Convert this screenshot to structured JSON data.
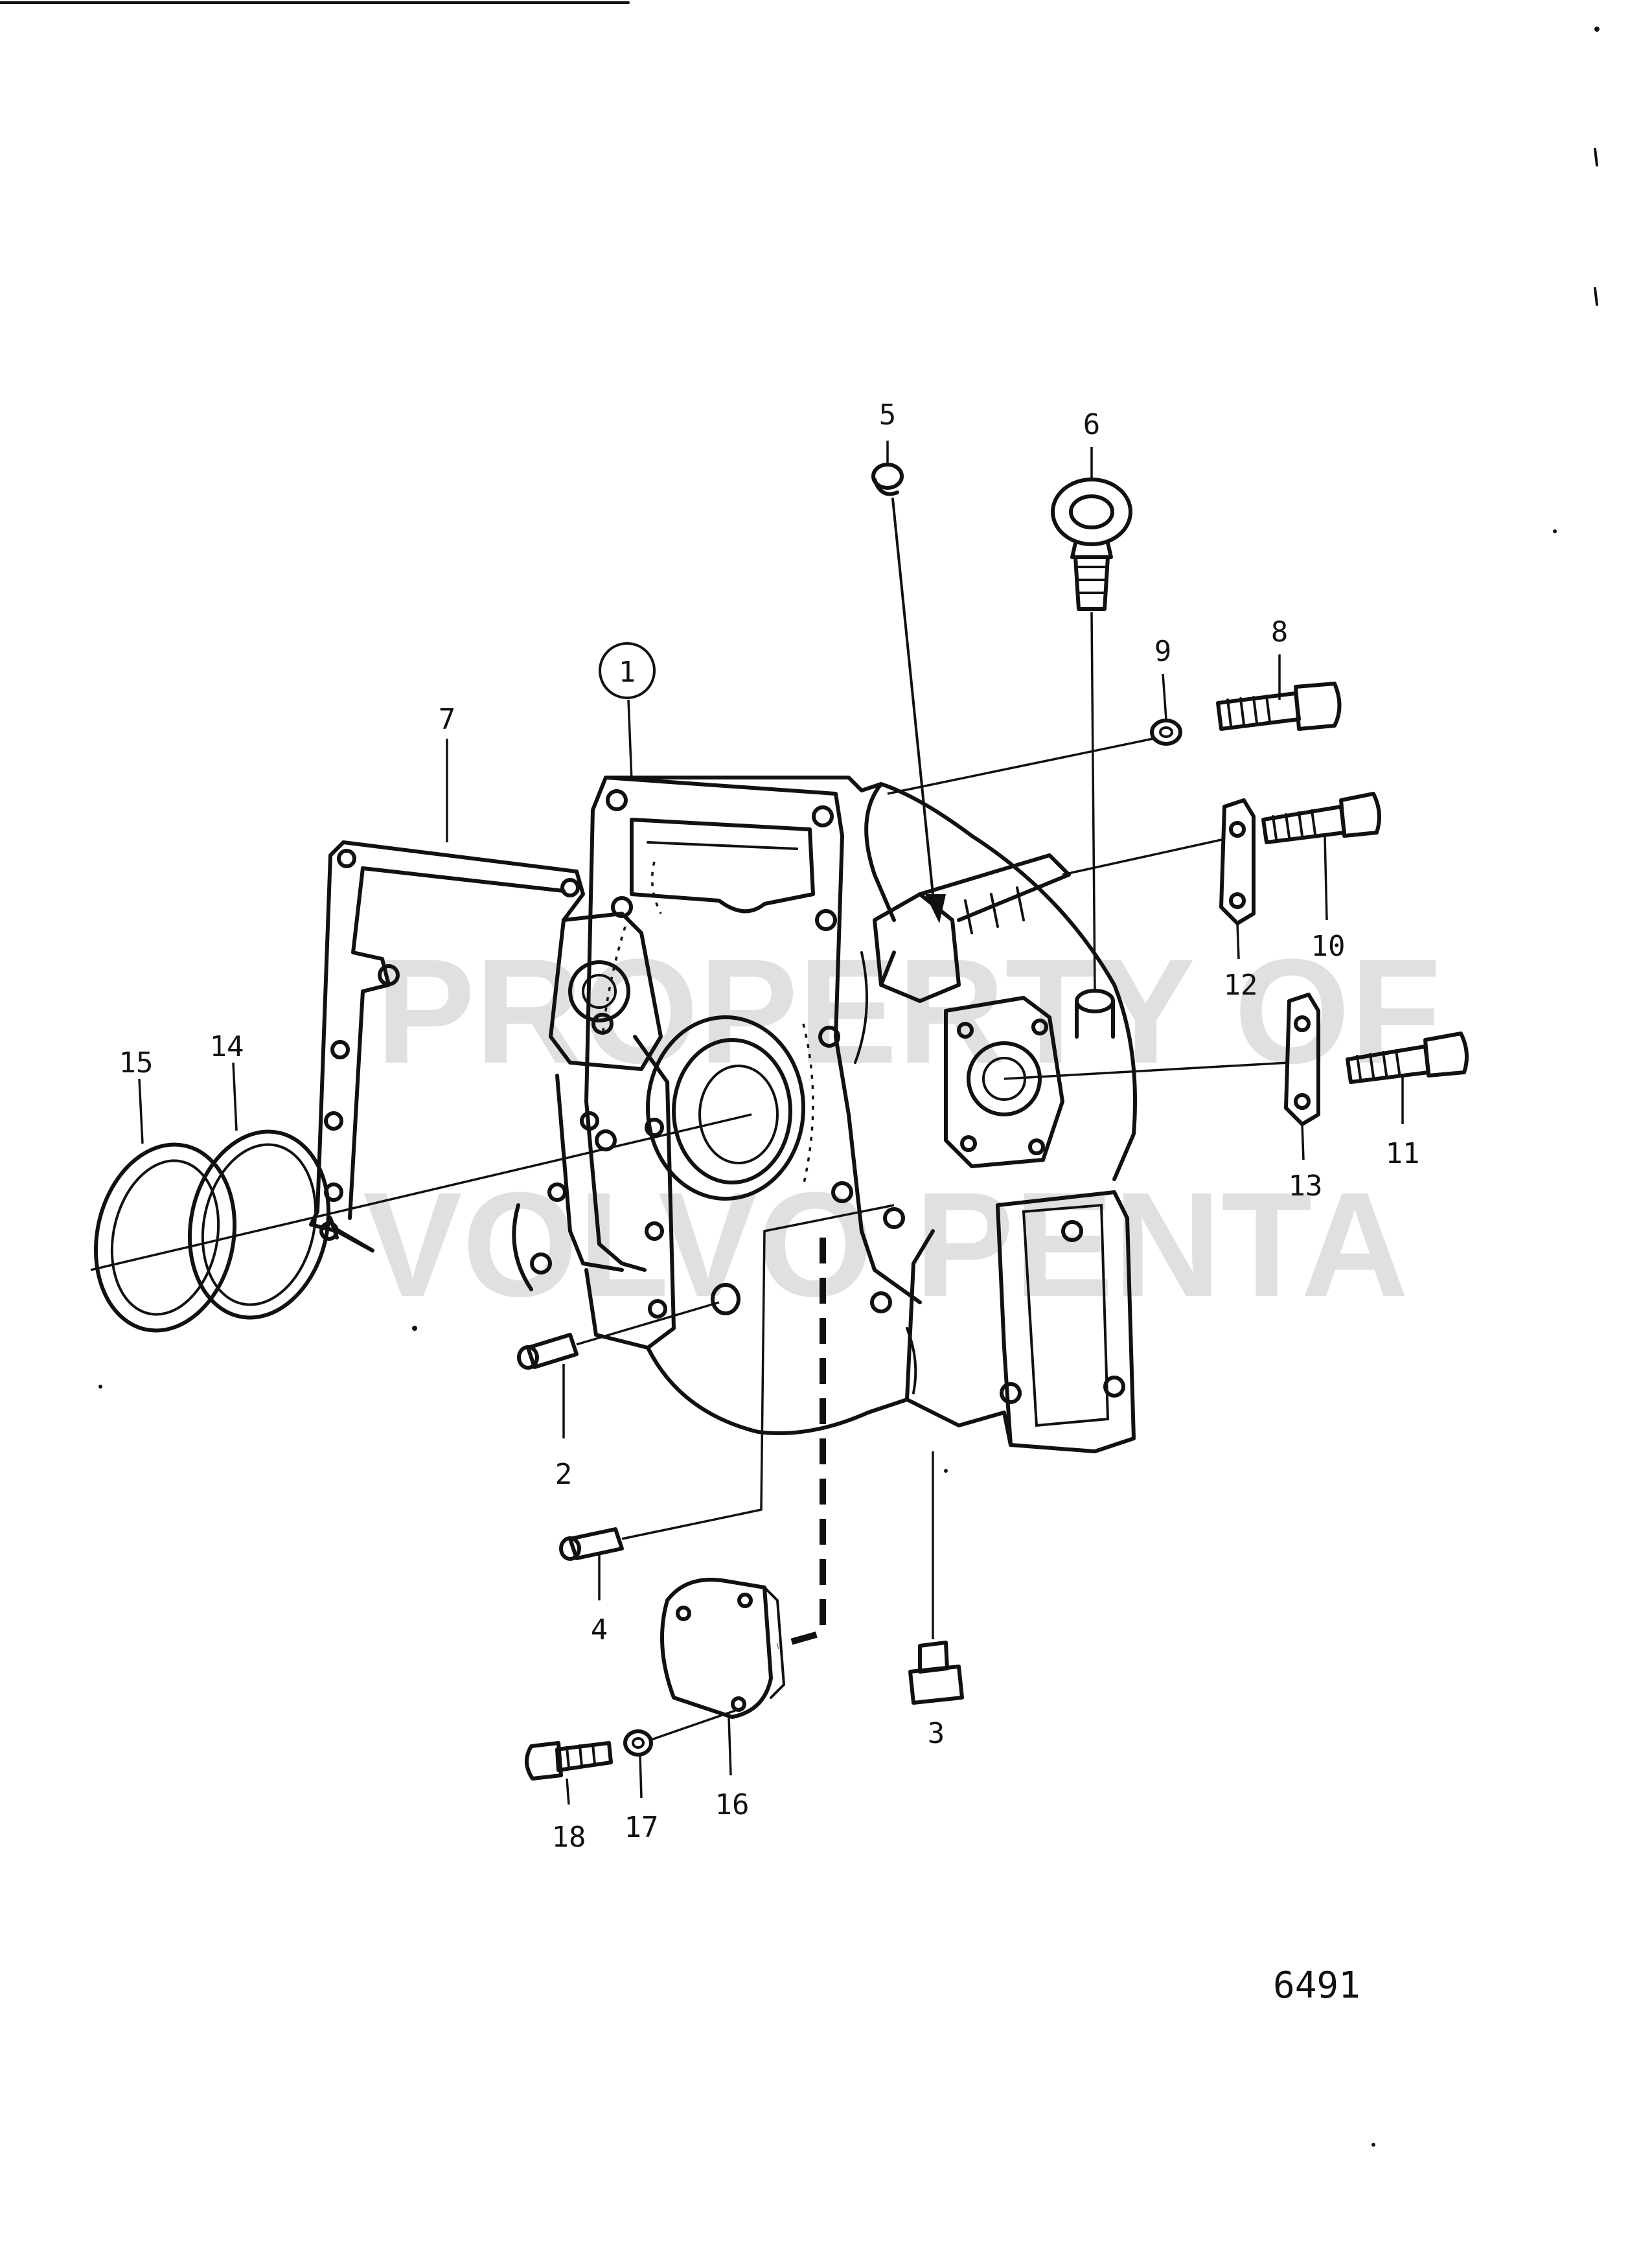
{
  "watermark": {
    "line1": "PROPERTY OF",
    "line2": "VOLVO PENTA"
  },
  "diagram_ref": "6491",
  "labels": {
    "l1": "1",
    "l2": "2",
    "l3": "3",
    "l4": "4",
    "l5": "5",
    "l6": "6",
    "l7": "7",
    "l8": "8",
    "l9": "9",
    "l10": "10",
    "l11": "11",
    "l12": "12",
    "l13": "13",
    "l14": "14",
    "l15": "15",
    "l16": "16",
    "l17": "17",
    "l18": "18"
  }
}
